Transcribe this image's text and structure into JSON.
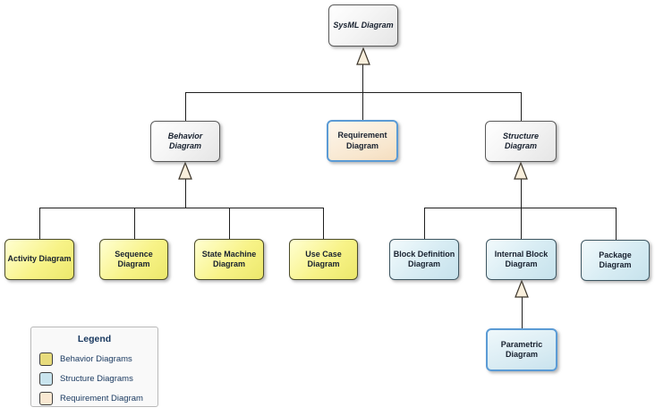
{
  "nodes": {
    "sysml": {
      "label": "SysML Diagram"
    },
    "behavior": {
      "label": "Behavior Diagram"
    },
    "requirement": {
      "label": "Requirement Diagram"
    },
    "structure": {
      "label": "Structure Diagram"
    },
    "activity": {
      "label": "Activity Diagram"
    },
    "sequence": {
      "label": "Sequence Diagram"
    },
    "state_machine": {
      "label": "State Machine Diagram"
    },
    "use_case": {
      "label": "Use Case Diagram"
    },
    "block_definition": {
      "label": "Block Definition Diagram"
    },
    "internal_block": {
      "label": "Internal Block Diagram"
    },
    "package": {
      "label": "Package Diagram"
    },
    "parametric": {
      "label": "Parametric Diagram"
    }
  },
  "legend": {
    "title": "Legend",
    "items": [
      {
        "label": "Behavior Diagrams",
        "color": "#e7db7c"
      },
      {
        "label": "Structure Diagrams",
        "color": "#c9e4ee"
      },
      {
        "label": "Requirement Diagram",
        "color": "#f9e8d2"
      }
    ]
  },
  "colors": {
    "behavior_fill": "#f3ee7a",
    "structure_fill": "#d4eaf2",
    "requirement_fill": "#f8e7cf",
    "generic_fill": "#efefef",
    "highlight_border": "#5b9bd5",
    "connector": "#1f1f1f",
    "arrowhead_fill": "#f9efdc",
    "legend_text": "#17375e"
  }
}
